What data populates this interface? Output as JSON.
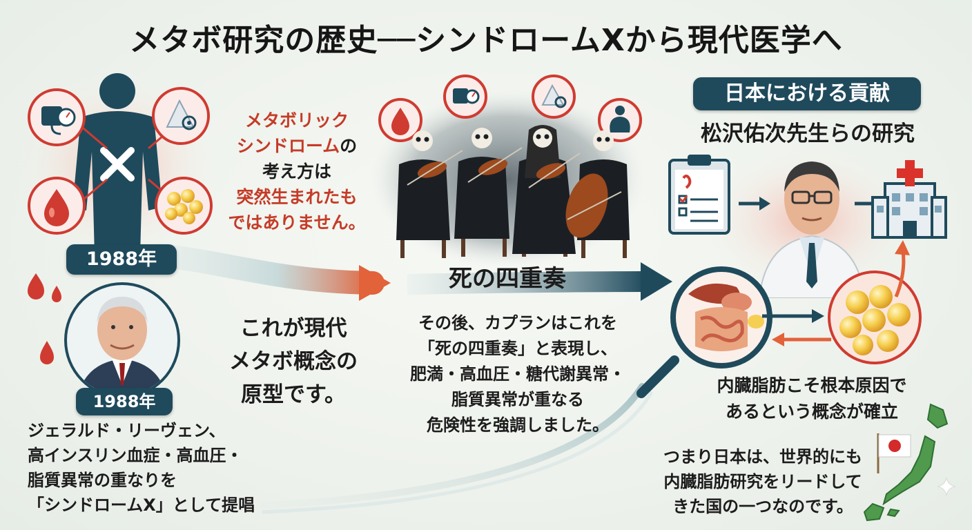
{
  "title": "メタボ研究の歴史──シンドロームXから現代医学へ",
  "left": {
    "year_top": "1988年",
    "year_bottom": "1988年",
    "caption": [
      "ジェラルド・リーヴェン、",
      "高インスリン血症・高血圧・",
      "脂質異常の重なりを",
      "「シンドロームX」として提唱"
    ]
  },
  "intro": {
    "l1": "メタボリック",
    "l2a": "シンドローム",
    "l2b": "の",
    "l3": "考え方は",
    "l4": "突然生まれたも",
    "l5": "ではありません。"
  },
  "prototype": [
    "これが現代",
    "メタボ概念の",
    "原型です。"
  ],
  "center": {
    "label": "死の四重奏",
    "caption": [
      "その後、カプランはこれを",
      "「死の四重奏」と表現し、",
      "肥満・高血圧・糖代謝異常・",
      "脂質異常が重なる",
      "危険性を強調しました。"
    ]
  },
  "right": {
    "badge": "日本における貢献",
    "subtitle": "松沢佑次先生らの研究",
    "visceral": [
      "内臓脂肪こそ根本原因で",
      "あるという概念が確立"
    ],
    "conclusion": [
      "つまり日本は、世界的にも",
      "内臓脂肪研究をリードして",
      "きた国の一つなのです。"
    ]
  },
  "colors": {
    "navy": "#1f4a5c",
    "red": "#c53b27",
    "arrow_orange": "#e2623a",
    "accent_red": "#cf3b31"
  }
}
